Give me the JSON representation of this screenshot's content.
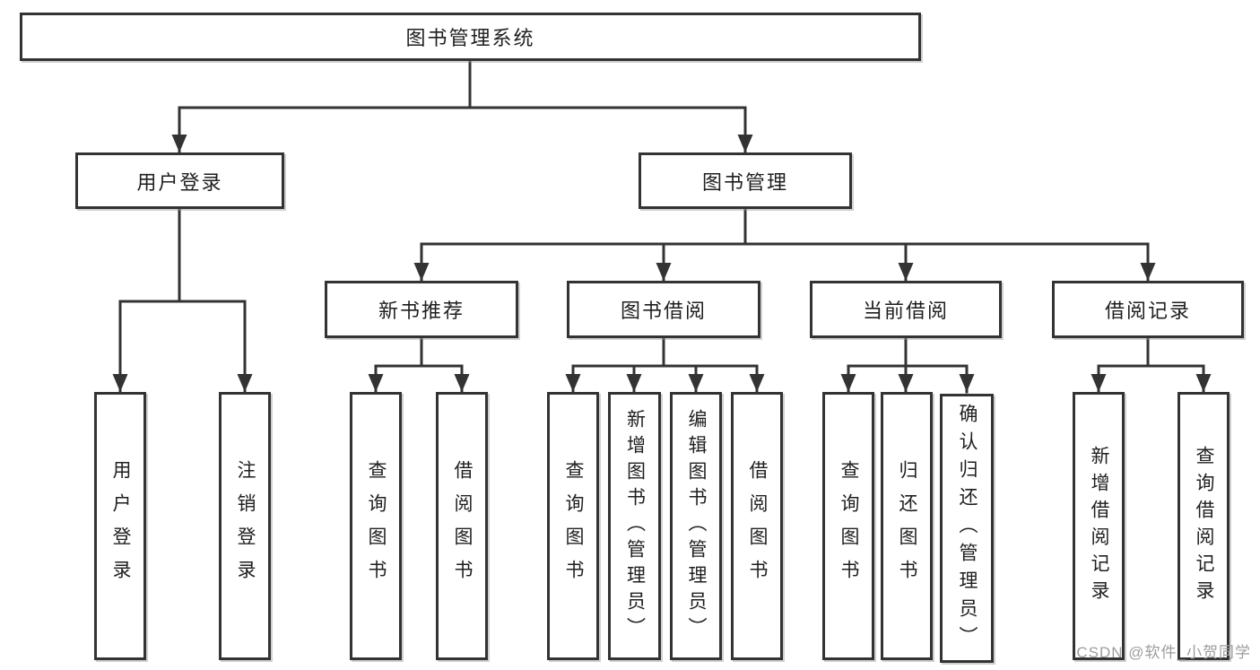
{
  "colors": {
    "background": "#ffffff",
    "line": "#333333",
    "box_border": "#333333",
    "box_fill": "#ffffff",
    "text": "#1f1f1f",
    "watermark": "#9d9d9d"
  },
  "watermark": "CSDN @软件_小贺同学",
  "tree": {
    "root": "图书管理系统",
    "children": [
      {
        "label": "用户登录",
        "children": [
          "用户登录",
          "注销登录"
        ]
      },
      {
        "label": "图书管理",
        "children": [
          {
            "label": "新书推荐",
            "children": [
              "查询图书",
              "借阅图书"
            ]
          },
          {
            "label": "图书借阅",
            "children": [
              "查询图书",
              "新增图书（管理员）",
              "编辑图书（管理员）",
              "借阅图书"
            ]
          },
          {
            "label": "当前借阅",
            "children": [
              "查询图书",
              "归还图书",
              "确认归还（管理员）"
            ]
          },
          {
            "label": "借阅记录",
            "children": [
              "新增借阅记录",
              "查询借阅记录"
            ]
          }
        ]
      }
    ]
  }
}
